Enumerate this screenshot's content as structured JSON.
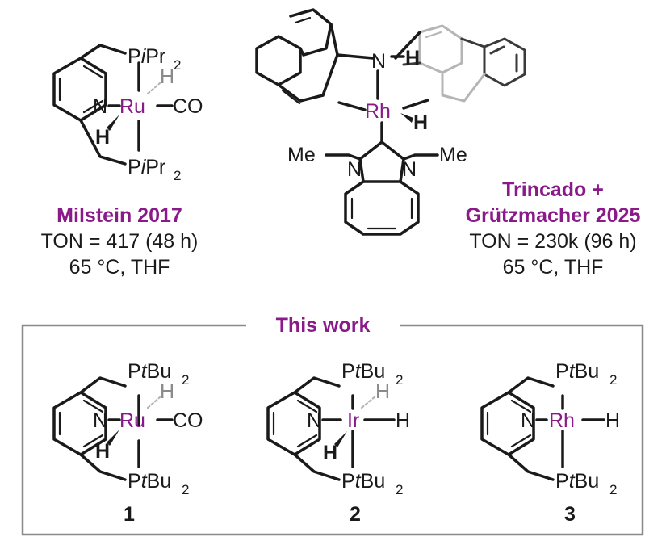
{
  "milstein": {
    "metal": "Ru",
    "p_top": "P",
    "p_top_sub_i": "i",
    "p_top_pr": "Pr",
    "p_top_sub": "2",
    "p_bot": "P",
    "p_bot_sub_i": "i",
    "p_bot_pr": "Pr",
    "p_bot_sub": "2",
    "n": "N",
    "co": "CO",
    "h_dash": "H",
    "h_wedge": "H",
    "caption_title": "Milstein 2017",
    "caption_ton": "TON = 417 (48 h)",
    "caption_cond": "65 °C, THF"
  },
  "trincado": {
    "metal": "Rh",
    "n_top": "N",
    "h_nh": "H",
    "h_rh": "H",
    "n_left": "N",
    "n_right": "N",
    "me_left": "Me",
    "me_right": "Me",
    "caption_title_1": "Trincado +",
    "caption_title_2": "Grützmacher 2025",
    "caption_ton": "TON = 230k (96 h)",
    "caption_cond": "65 °C, THF"
  },
  "this_work": {
    "title": "This work",
    "compounds": [
      {
        "number": "1",
        "metal": "Ru",
        "n": "N",
        "p": "P",
        "t": "t",
        "bu": "Bu",
        "sub": "2",
        "ligand_right": "CO",
        "h_dash": "H",
        "h_wedge": "H"
      },
      {
        "number": "2",
        "metal": "Ir",
        "n": "N",
        "p": "P",
        "t": "t",
        "bu": "Bu",
        "sub": "2",
        "ligand_right": "H",
        "h_dash": "H",
        "h_wedge": "H"
      },
      {
        "number": "3",
        "metal": "Rh",
        "n": "N",
        "p": "P",
        "t": "t",
        "bu": "Bu",
        "sub": "2",
        "ligand_right": "H"
      }
    ]
  },
  "colors": {
    "metal": "#8a1a8a",
    "caption_highlight": "#8a1a8a",
    "box": "#8a8a8a",
    "grey_h": "#8a8a8a"
  }
}
